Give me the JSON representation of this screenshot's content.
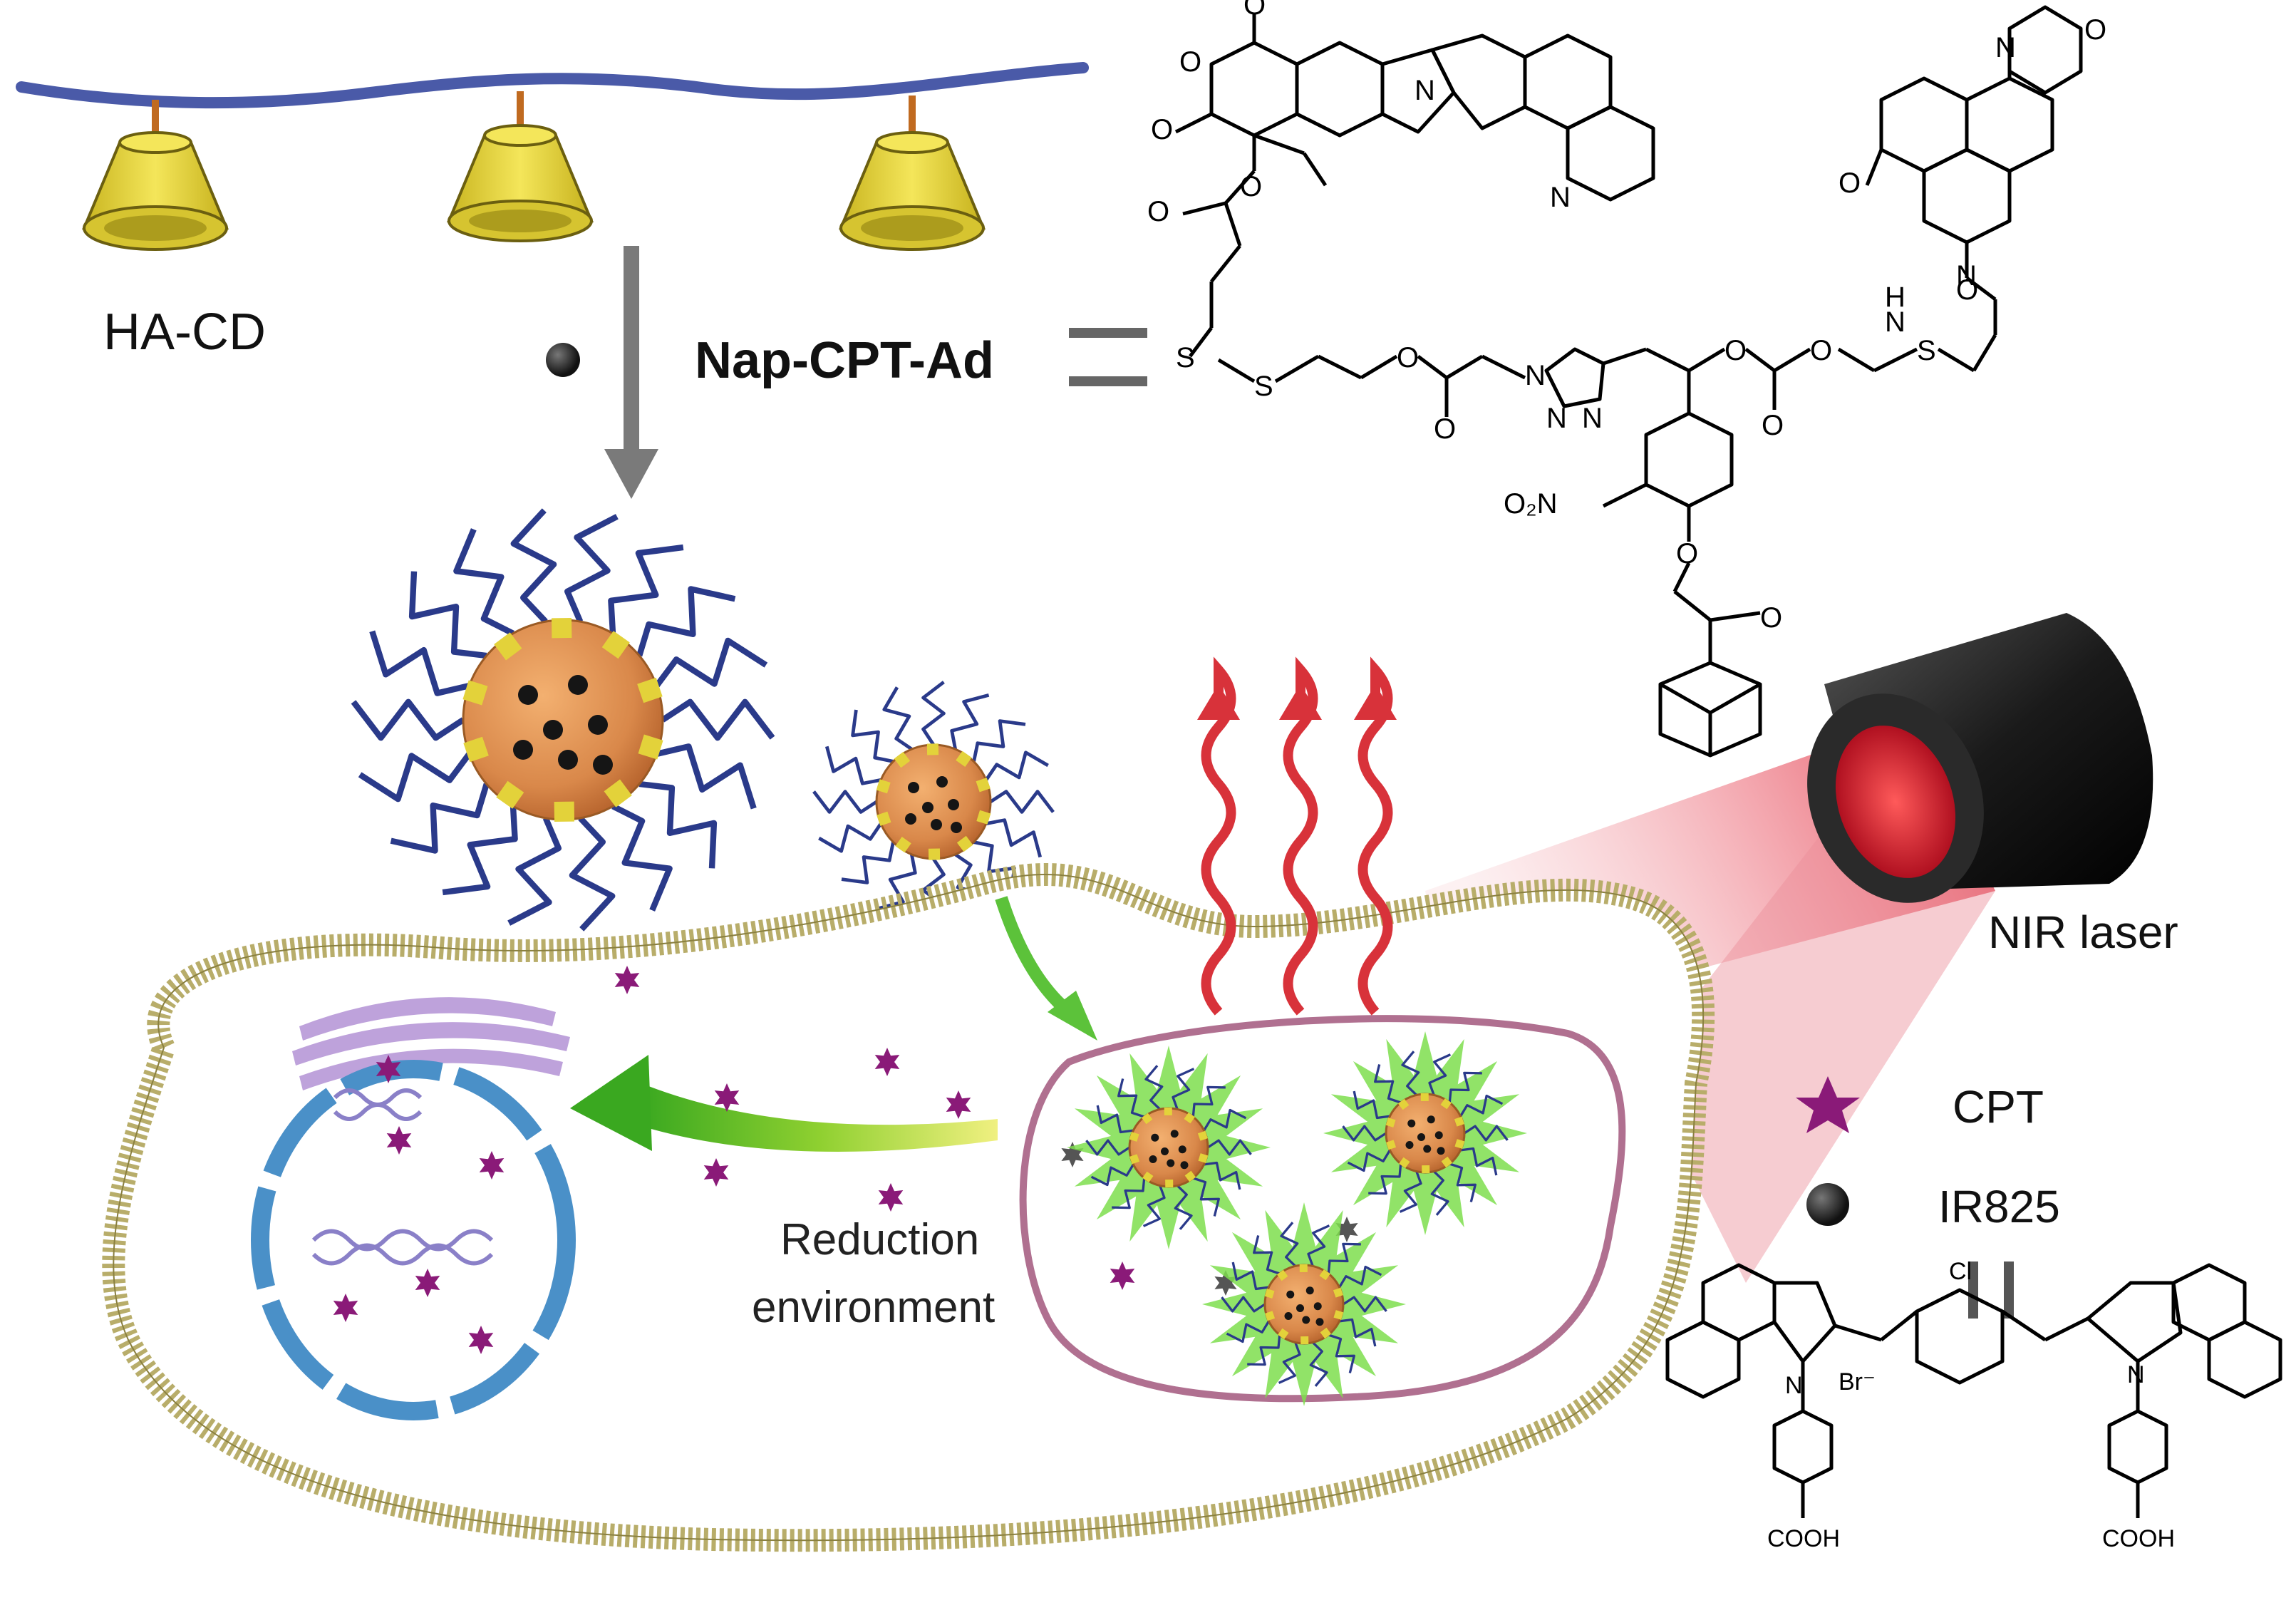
{
  "labels": {
    "ha_cd": "HA-CD",
    "nap_cpt_ad": "Nap-CPT-Ad",
    "nir_laser": "NIR laser",
    "reduction_line1": "Reduction",
    "reduction_line2": "environment"
  },
  "legend": {
    "cpt": "CPT",
    "ir825": "IR825"
  },
  "chem_atoms": {
    "O": "O",
    "N": "N",
    "S": "S",
    "H": "H",
    "Cl": "Cl",
    "Br": "Br⁻",
    "NO2": "O₂N",
    "COOH": "COOH"
  },
  "colors": {
    "hyaluronic_chain": "#4a5aa8",
    "cyclodextrin": "#e3d23a",
    "nanoparticle_core": "#d9884a",
    "ir825_dot": "#222222",
    "cpt_star": "#8a1a78",
    "heat_arrow": "#d8323a",
    "membrane": "#b8ad6a",
    "lysosome_outline": "#b07090",
    "nucleus": "#4a90c8",
    "green_arrow": "#5cc23a",
    "laser_beam": "#e84a55"
  }
}
